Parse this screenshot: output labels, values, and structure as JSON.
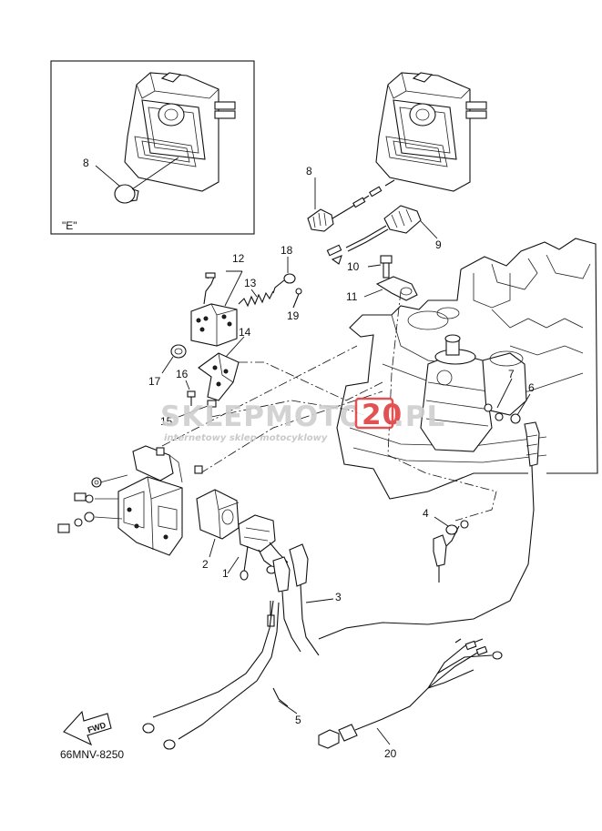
{
  "diagram": {
    "code": "66MNV-8250",
    "inset_label": "\"E\"",
    "fwd_label": "FWD",
    "watermark": {
      "brand_left": "SKLEPMOTO",
      "brand_box": "20",
      "brand_right": ".PL",
      "tagline": "internetowy sklep motocyklowy"
    },
    "colors": {
      "line": "#111111",
      "watermark_gray": "#cfcfcf",
      "watermark_red": "#e04040"
    },
    "callouts": {
      "c1": "1",
      "c2": "2",
      "c3": "3",
      "c4": "4",
      "c5": "5",
      "c6": "6",
      "c7": "7",
      "c8_inset": "8",
      "c8": "8",
      "c9": "9",
      "c10": "10",
      "c11": "11",
      "c12": "12",
      "c13": "13",
      "c14": "14",
      "c15": "15",
      "c16": "16",
      "c17": "17",
      "c18": "18",
      "c19": "19",
      "c20": "20"
    }
  }
}
